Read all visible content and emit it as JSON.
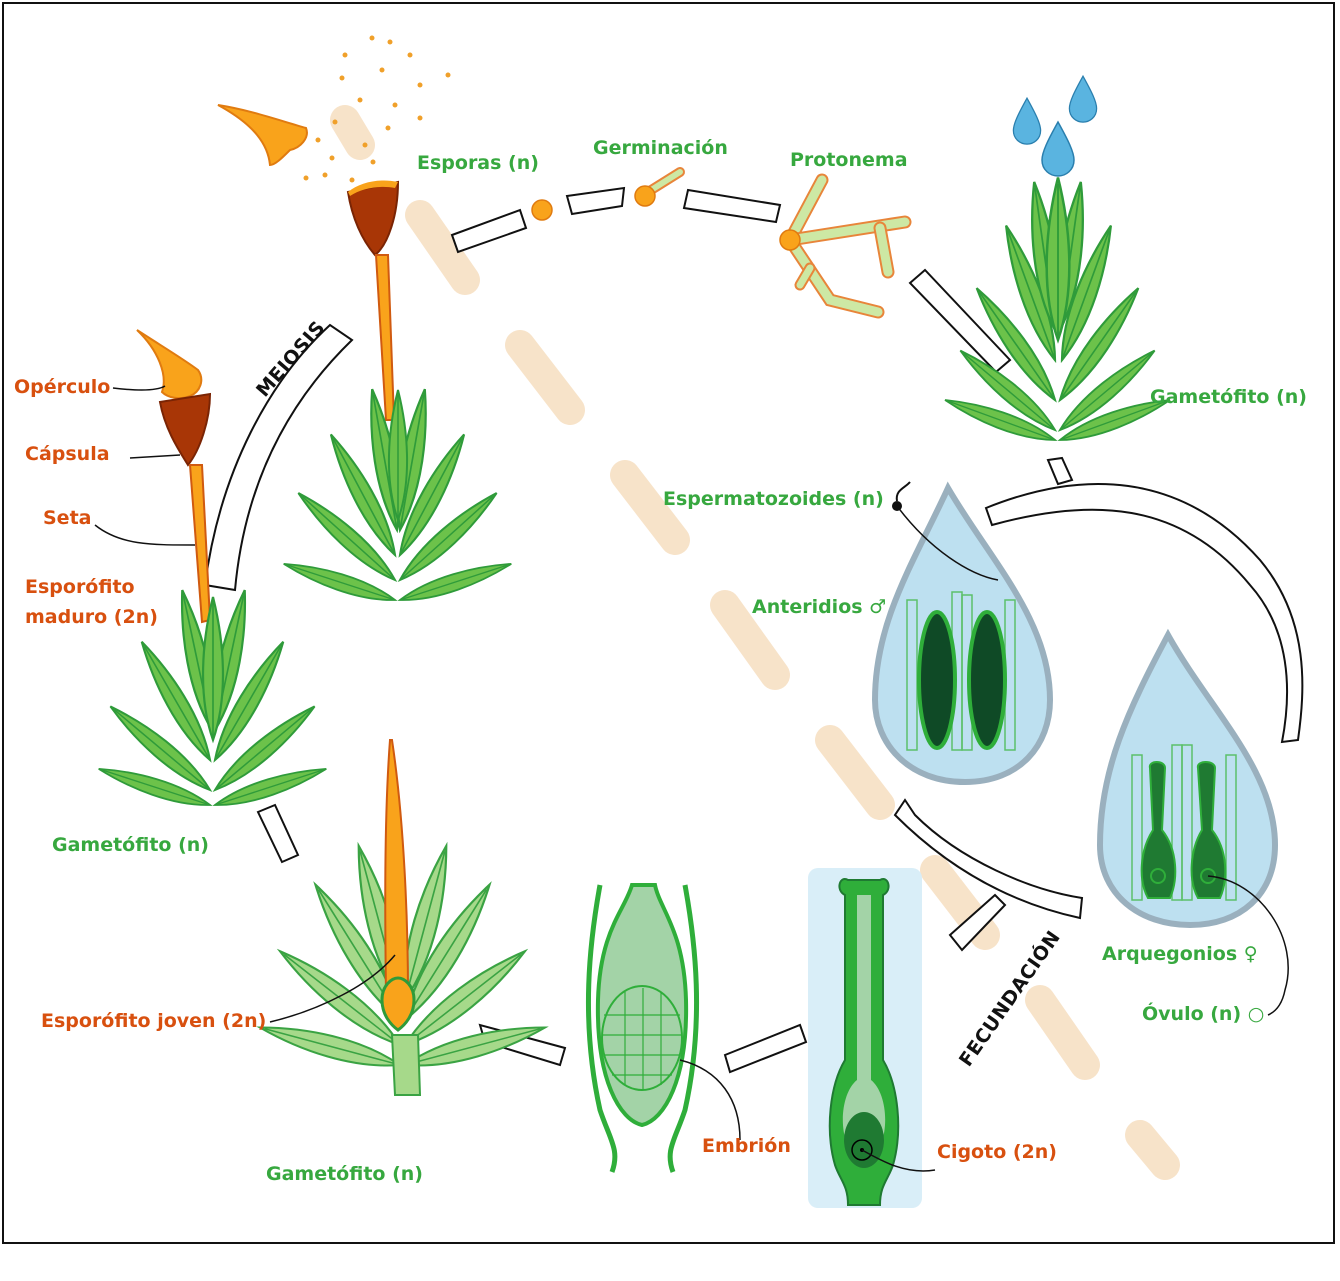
{
  "colors": {
    "green_label": "#37a83f",
    "orange_label": "#d8500f",
    "leaf_fill": "#6cc24a",
    "leaf_light": "#a6d98a",
    "capsule": "#a83606",
    "orange": "#f9a31b",
    "water_blue": "#bde0f0",
    "deep_green": "#1f7a32"
  },
  "labels": {
    "esporas": "Esporas (n)",
    "germinacion": "Germinación",
    "protonema": "Protonema",
    "gametofito_top": "Gametófito (n)",
    "espermatozoides": "Espermatozoides (n)",
    "anteridios": "Anteridios ♂",
    "arquegonios": "Arquegonios ♀",
    "ovulo": "Óvulo (n) ○",
    "cigoto": "Cigoto (2n)",
    "embrion": "Embrión",
    "gametofito_bottom": "Gametófito (n)",
    "esporofito_joven": "Esporófito joven (2n)",
    "gametofito_left": "Gametófito (n)",
    "esporofito_maduro_1": "Esporófito",
    "esporofito_maduro_2": "maduro (2n)",
    "seta": "Seta",
    "capsula": "Cápsula",
    "operculo": "Opérculo",
    "meiosis": "MEIOSIS",
    "fecundacion": "FECUNDACIÓN"
  },
  "icons": [
    "rain-drop-icon",
    "spore-icon",
    "moss-plant-icon",
    "sperm-icon",
    "egg-icon"
  ]
}
